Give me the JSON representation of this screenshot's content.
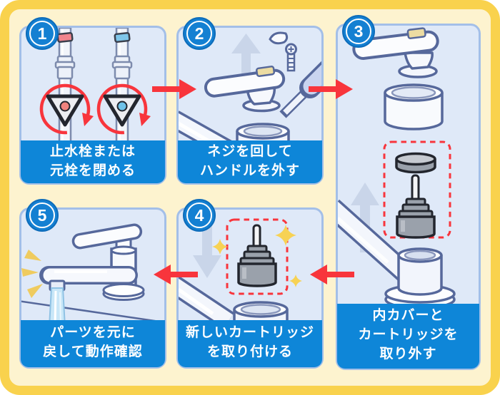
{
  "diagram_type": "step-by-step instructions for replacing a single-lever faucet cartridge",
  "steps": [
    {
      "number": "1",
      "caption_lines": [
        "止水栓または",
        "元栓を閉める"
      ],
      "icons": [
        "hot-stop-valve",
        "cold-stop-valve",
        "rotate-clockwise-arrow"
      ]
    },
    {
      "number": "2",
      "caption_lines": [
        "ネジを回して",
        "ハンドルを外す"
      ],
      "icons": [
        "faucet-handle",
        "handle-cap",
        "screw",
        "screwdriver",
        "lift-up-arrow"
      ]
    },
    {
      "number": "3",
      "caption_lines": [
        "内カバーと",
        "カートリッジを",
        "取り外す"
      ],
      "icons": [
        "faucet-handle",
        "inner-cover",
        "cover-disc",
        "old-cartridge",
        "red-dashed-highlight",
        "lift-up-arrow",
        "faucet-base"
      ]
    },
    {
      "number": "4",
      "caption_lines": [
        "新しいカートリッジ",
        "を取り付ける"
      ],
      "icons": [
        "new-cartridge",
        "sparkles",
        "red-dashed-highlight",
        "insert-down-arrow",
        "faucet-base"
      ]
    },
    {
      "number": "5",
      "caption_lines": [
        "パーツを元に",
        "戻して動作確認"
      ],
      "icons": [
        "assembled-faucet",
        "running-water",
        "splash-emphasis"
      ]
    }
  ],
  "flow_arrows": [
    {
      "from": "1",
      "to": "2",
      "direction": "right"
    },
    {
      "from": "2",
      "to": "3",
      "direction": "right"
    },
    {
      "from": "3",
      "to": "4",
      "direction": "left"
    },
    {
      "from": "4",
      "to": "5",
      "direction": "left"
    }
  ],
  "colors": {
    "frame_border": "#F9D24D",
    "frame_background": "#FDF3CF",
    "panel_background": "#DFE9F8",
    "panel_border": "#A3BFE8",
    "caption_background": "#0E86D8",
    "caption_text": "#FFFFFF",
    "badge_background": "#1480D2",
    "arrow_red": "#F8353C",
    "illustration_outline_blue": "#56689B",
    "valve_outline_dark": "#23262E",
    "cartridge_gray": "#9AA1AB",
    "soft_arrow_gray": "#C9D5E9",
    "sparkle_yellow": "#F7D254",
    "water_blue": "#C9E7F8",
    "hot_pink": "#F2858D",
    "cold_blue": "#7FC6EA"
  }
}
